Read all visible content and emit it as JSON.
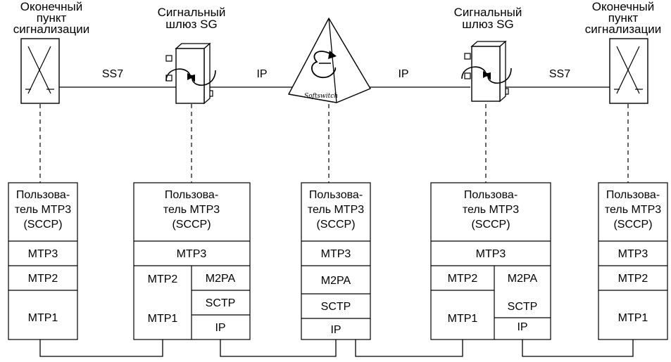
{
  "nodes": {
    "end_point_left": [
      "Оконечный",
      "пункт",
      "сигнализации"
    ],
    "gateway_left": [
      "Сигнальный",
      "шлюз SG"
    ],
    "gateway_right": [
      "Сигнальный",
      "шлюз SG"
    ],
    "end_point_right": [
      "Оконечный",
      "пункт",
      "сигнализации"
    ]
  },
  "softswitch_label": "Softswitch",
  "links": {
    "left_ss7": "SS7",
    "left_ip": "IP",
    "right_ip": "IP",
    "right_ss7": "SS7"
  },
  "stacks": {
    "user_lines": [
      "Пользова-",
      "тель MTP3",
      "(SCCP)"
    ],
    "mtp3": "MTP3",
    "mtp2": "MTP2",
    "mtp1": "MTP1",
    "m2pa": "M2PA",
    "sctp": "SCTP",
    "ip": "IP"
  }
}
